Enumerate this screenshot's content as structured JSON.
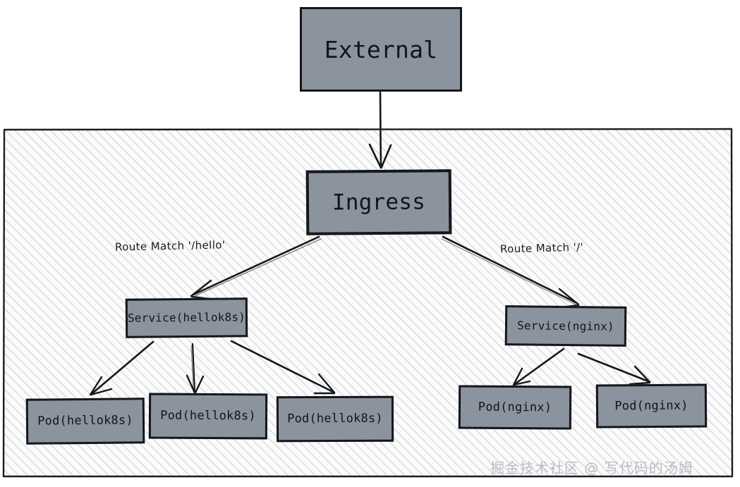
{
  "diagram": {
    "title": "Kubernetes Ingress routing diagram",
    "colors": {
      "node_fill": "#8b939e",
      "node_stroke": "#15171a",
      "cluster_fill": "#fafafa",
      "cluster_hatch": "#d7dade",
      "watermark": "#b9bdc2"
    },
    "external": {
      "label": "External"
    },
    "cluster": {
      "label": ""
    },
    "ingress": {
      "label": "Ingress"
    },
    "edges": [
      {
        "from": "External",
        "to": "Ingress",
        "label": ""
      },
      {
        "from": "Ingress",
        "to": "Service(hellok8s)",
        "label": "Route Match '/hello'"
      },
      {
        "from": "Ingress",
        "to": "Service(nginx)",
        "label": "Route Match '/'"
      }
    ],
    "edge_labels": {
      "hello": "Route Match '/hello'",
      "root": "Route Match '/'"
    },
    "services": [
      {
        "label": "Service(hellok8s)"
      },
      {
        "label": "Service(nginx)"
      }
    ],
    "pods_hellok8s": [
      {
        "label": "Pod(hellok8s)"
      },
      {
        "label": "Pod(hellok8s)"
      },
      {
        "label": "Pod(hellok8s)"
      }
    ],
    "pods_nginx": [
      {
        "label": "Pod(nginx)"
      },
      {
        "label": "Pod(nginx)"
      }
    ],
    "watermark": "掘金技术社区 @ 写代码的汤姆"
  }
}
